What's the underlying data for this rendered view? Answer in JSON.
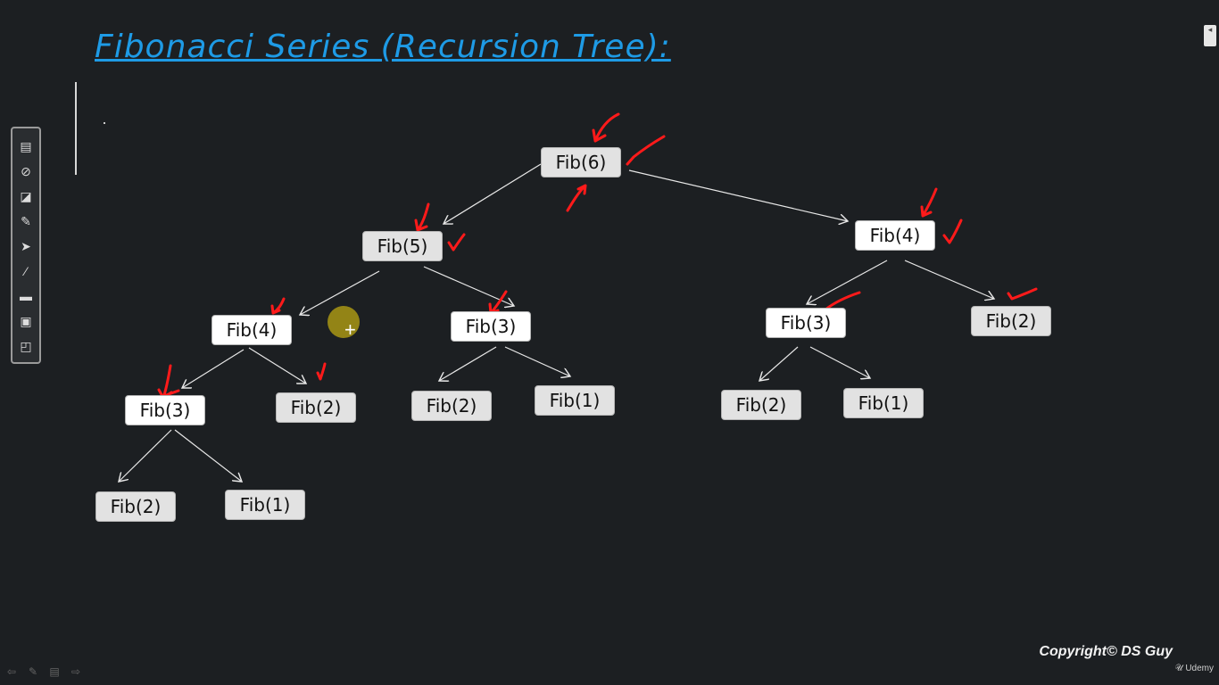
{
  "title": "Fibonacci Series (Recursion Tree):",
  "nodes": [
    {
      "label": "Fib(6)"
    },
    {
      "label": "Fib(5)"
    },
    {
      "label": "Fib(4)"
    },
    {
      "label": "Fib(4)"
    },
    {
      "label": "Fib(3)"
    },
    {
      "label": "Fib(3)"
    },
    {
      "label": "Fib(2)"
    },
    {
      "label": "Fib(3)"
    },
    {
      "label": "Fib(2)"
    },
    {
      "label": "Fib(2)"
    },
    {
      "label": "Fib(1)"
    },
    {
      "label": "Fib(2)"
    },
    {
      "label": "Fib(1)"
    },
    {
      "label": "Fib(2)"
    },
    {
      "label": "Fib(1)"
    }
  ],
  "toolbar": {
    "tools": [
      "notes-icon",
      "pen-icon",
      "eraser-icon",
      "highlighter-icon",
      "pointer-icon",
      "laser-icon",
      "line-icon",
      "screen-icon",
      "window-icon"
    ]
  },
  "footer": {
    "copyright": "Copyright© DS Guy",
    "brand": "Udemy"
  },
  "colors": {
    "title": "#1e9be6",
    "background": "#1c1f22",
    "annotation": "#ff1a1a"
  }
}
